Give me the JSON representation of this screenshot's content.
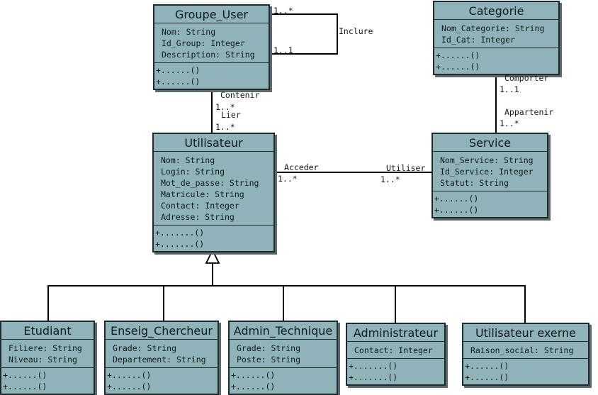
{
  "classes": {
    "groupe_user": {
      "name": "Groupe_User",
      "attrs": [
        "Nom: String",
        "Id_Group: Integer",
        "Description: String"
      ],
      "ops": [
        "+......()",
        "+......()"
      ]
    },
    "categorie": {
      "name": "Categorie",
      "attrs": [
        "Nom_Categorie: String",
        "Id_Cat: Integer"
      ],
      "ops": [
        "+......()",
        "+......()"
      ]
    },
    "utilisateur": {
      "name": "Utilisateur",
      "attrs": [
        "Nom: String",
        "Login: String",
        "Mot_de_passe: String",
        "Matricule: String",
        "Contact: Integer",
        "Adresse: String"
      ],
      "ops": [
        "+.......()",
        "+.......()"
      ]
    },
    "service": {
      "name": "Service",
      "attrs": [
        "Nom_Service: String",
        "Id_Service: Integer",
        "Statut: String"
      ],
      "ops": [
        "+......()",
        "+......()"
      ]
    },
    "etudiant": {
      "name": "Etudiant",
      "attrs": [
        "Filiere: String",
        "Niveau: String"
      ],
      "ops": [
        "+......()",
        "+......()"
      ]
    },
    "enseig": {
      "name": "Enseig_Chercheur",
      "attrs": [
        "Grade: String",
        "Departement: String"
      ],
      "ops": [
        "+......()",
        "+......()"
      ]
    },
    "admin_tech": {
      "name": "Admin_Technique",
      "attrs": [
        "Grade: String",
        "Poste: String"
      ],
      "ops": [
        "+......()",
        "+......()"
      ]
    },
    "administrateur": {
      "name": "Administrateur",
      "attrs": [
        "Contact: Integer"
      ],
      "ops": [
        "+.......()",
        "+.......()"
      ]
    },
    "util_externe": {
      "name": "Utilisateur exerne",
      "attrs": [
        "Raison_social: String"
      ],
      "ops": [
        "+......()",
        "+......()"
      ]
    }
  },
  "labels": {
    "inclure": "Inclure",
    "inclure_m1": "1..*",
    "inclure_m2": "1..1",
    "contenir": "Contenir",
    "contenir_m": "1..*",
    "lier": "Lier",
    "lier_m": "1..*",
    "comporter": "Comporter",
    "comporter_m": "1..1",
    "appartenir": "Appartenir",
    "appartenir_m": "1..*",
    "acceder": "Acceder",
    "acceder_m": "1..*",
    "utiliser": "Utiliser",
    "utiliser_m": "1..*"
  }
}
